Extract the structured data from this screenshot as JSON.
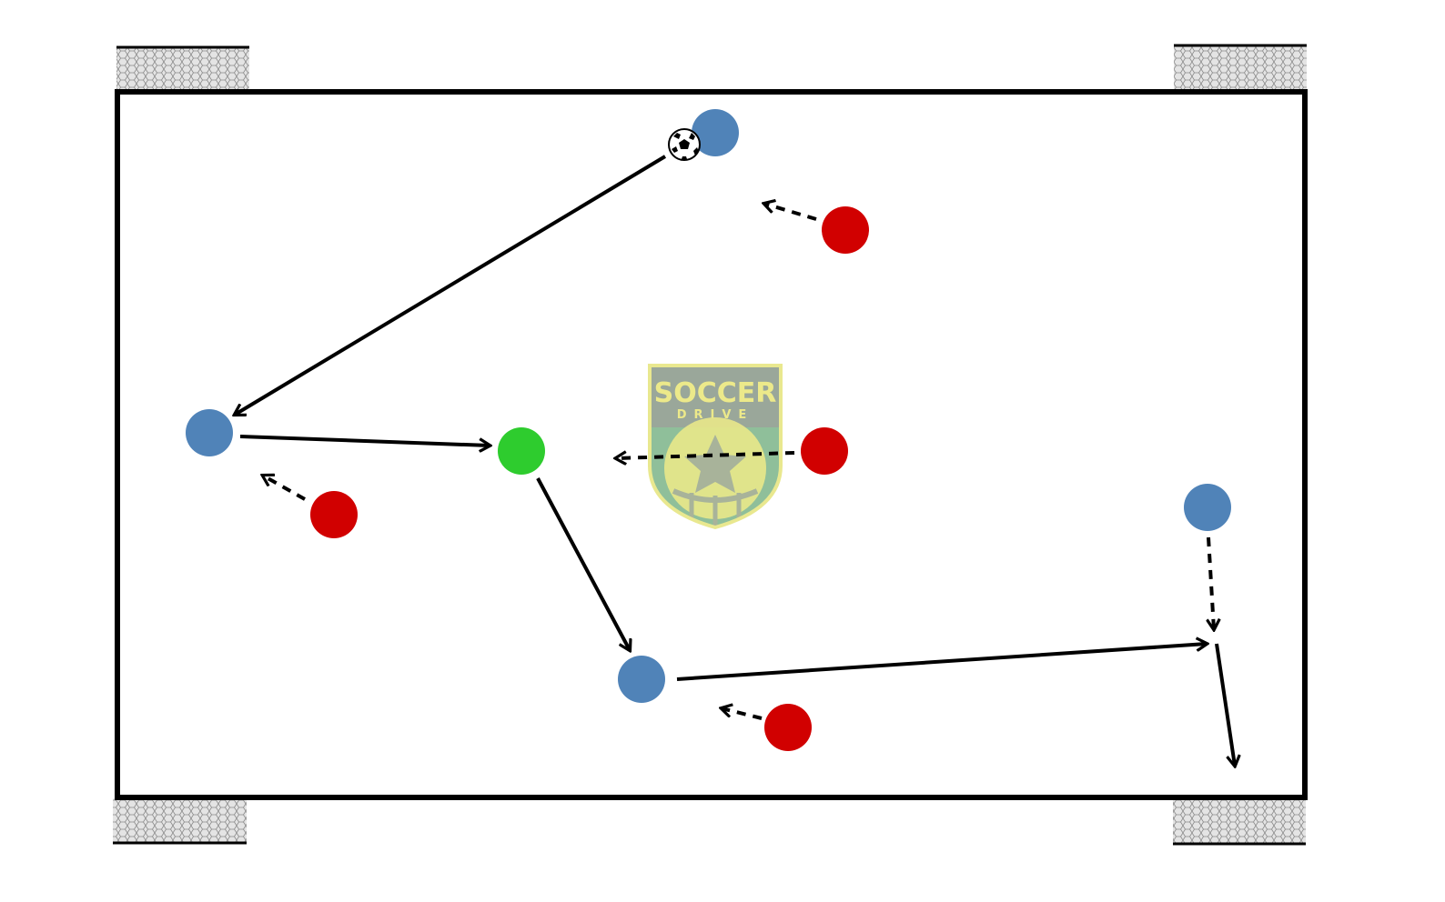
{
  "diagram": {
    "field": {
      "line_color": "#000000",
      "fill": "#ffffff"
    },
    "goals": [
      {
        "id": "top-left"
      },
      {
        "id": "top-right"
      },
      {
        "id": "bottom-left"
      },
      {
        "id": "bottom-right"
      }
    ],
    "logo": {
      "line1": "SOCCER",
      "line2": "DRIVE",
      "colors": {
        "shield_top": "#9aa79a",
        "shield_bottom": "#8fbf9a",
        "outline": "#e9e88f",
        "text": "#ece98a"
      }
    },
    "team_colors": {
      "blue": "#5083b8",
      "red": "#d10000",
      "green": "#2ecc2e"
    },
    "players": [
      {
        "id": "blue-top-with-ball",
        "team": "blue"
      },
      {
        "id": "blue-left",
        "team": "blue"
      },
      {
        "id": "green-neutral",
        "team": "green"
      },
      {
        "id": "blue-bottom-center",
        "team": "blue"
      },
      {
        "id": "blue-right",
        "team": "blue"
      },
      {
        "id": "red-top",
        "team": "red"
      },
      {
        "id": "red-left",
        "team": "red"
      },
      {
        "id": "red-center",
        "team": "red"
      },
      {
        "id": "red-bottom",
        "team": "red"
      }
    ],
    "ball": {
      "icon": "soccer-ball-icon"
    },
    "movements": [
      {
        "id": "pass-top-to-left",
        "style": "solid"
      },
      {
        "id": "pass-left-to-green",
        "style": "solid"
      },
      {
        "id": "pass-green-to-bottom",
        "style": "solid"
      },
      {
        "id": "pass-bottom-to-right",
        "style": "solid"
      },
      {
        "id": "shot-to-goal",
        "style": "solid"
      },
      {
        "id": "run-blue-right",
        "style": "dashed"
      },
      {
        "id": "run-red-top",
        "style": "dashed"
      },
      {
        "id": "run-red-left",
        "style": "dashed"
      },
      {
        "id": "run-red-center",
        "style": "dashed"
      },
      {
        "id": "run-red-bottom",
        "style": "dashed"
      }
    ]
  }
}
